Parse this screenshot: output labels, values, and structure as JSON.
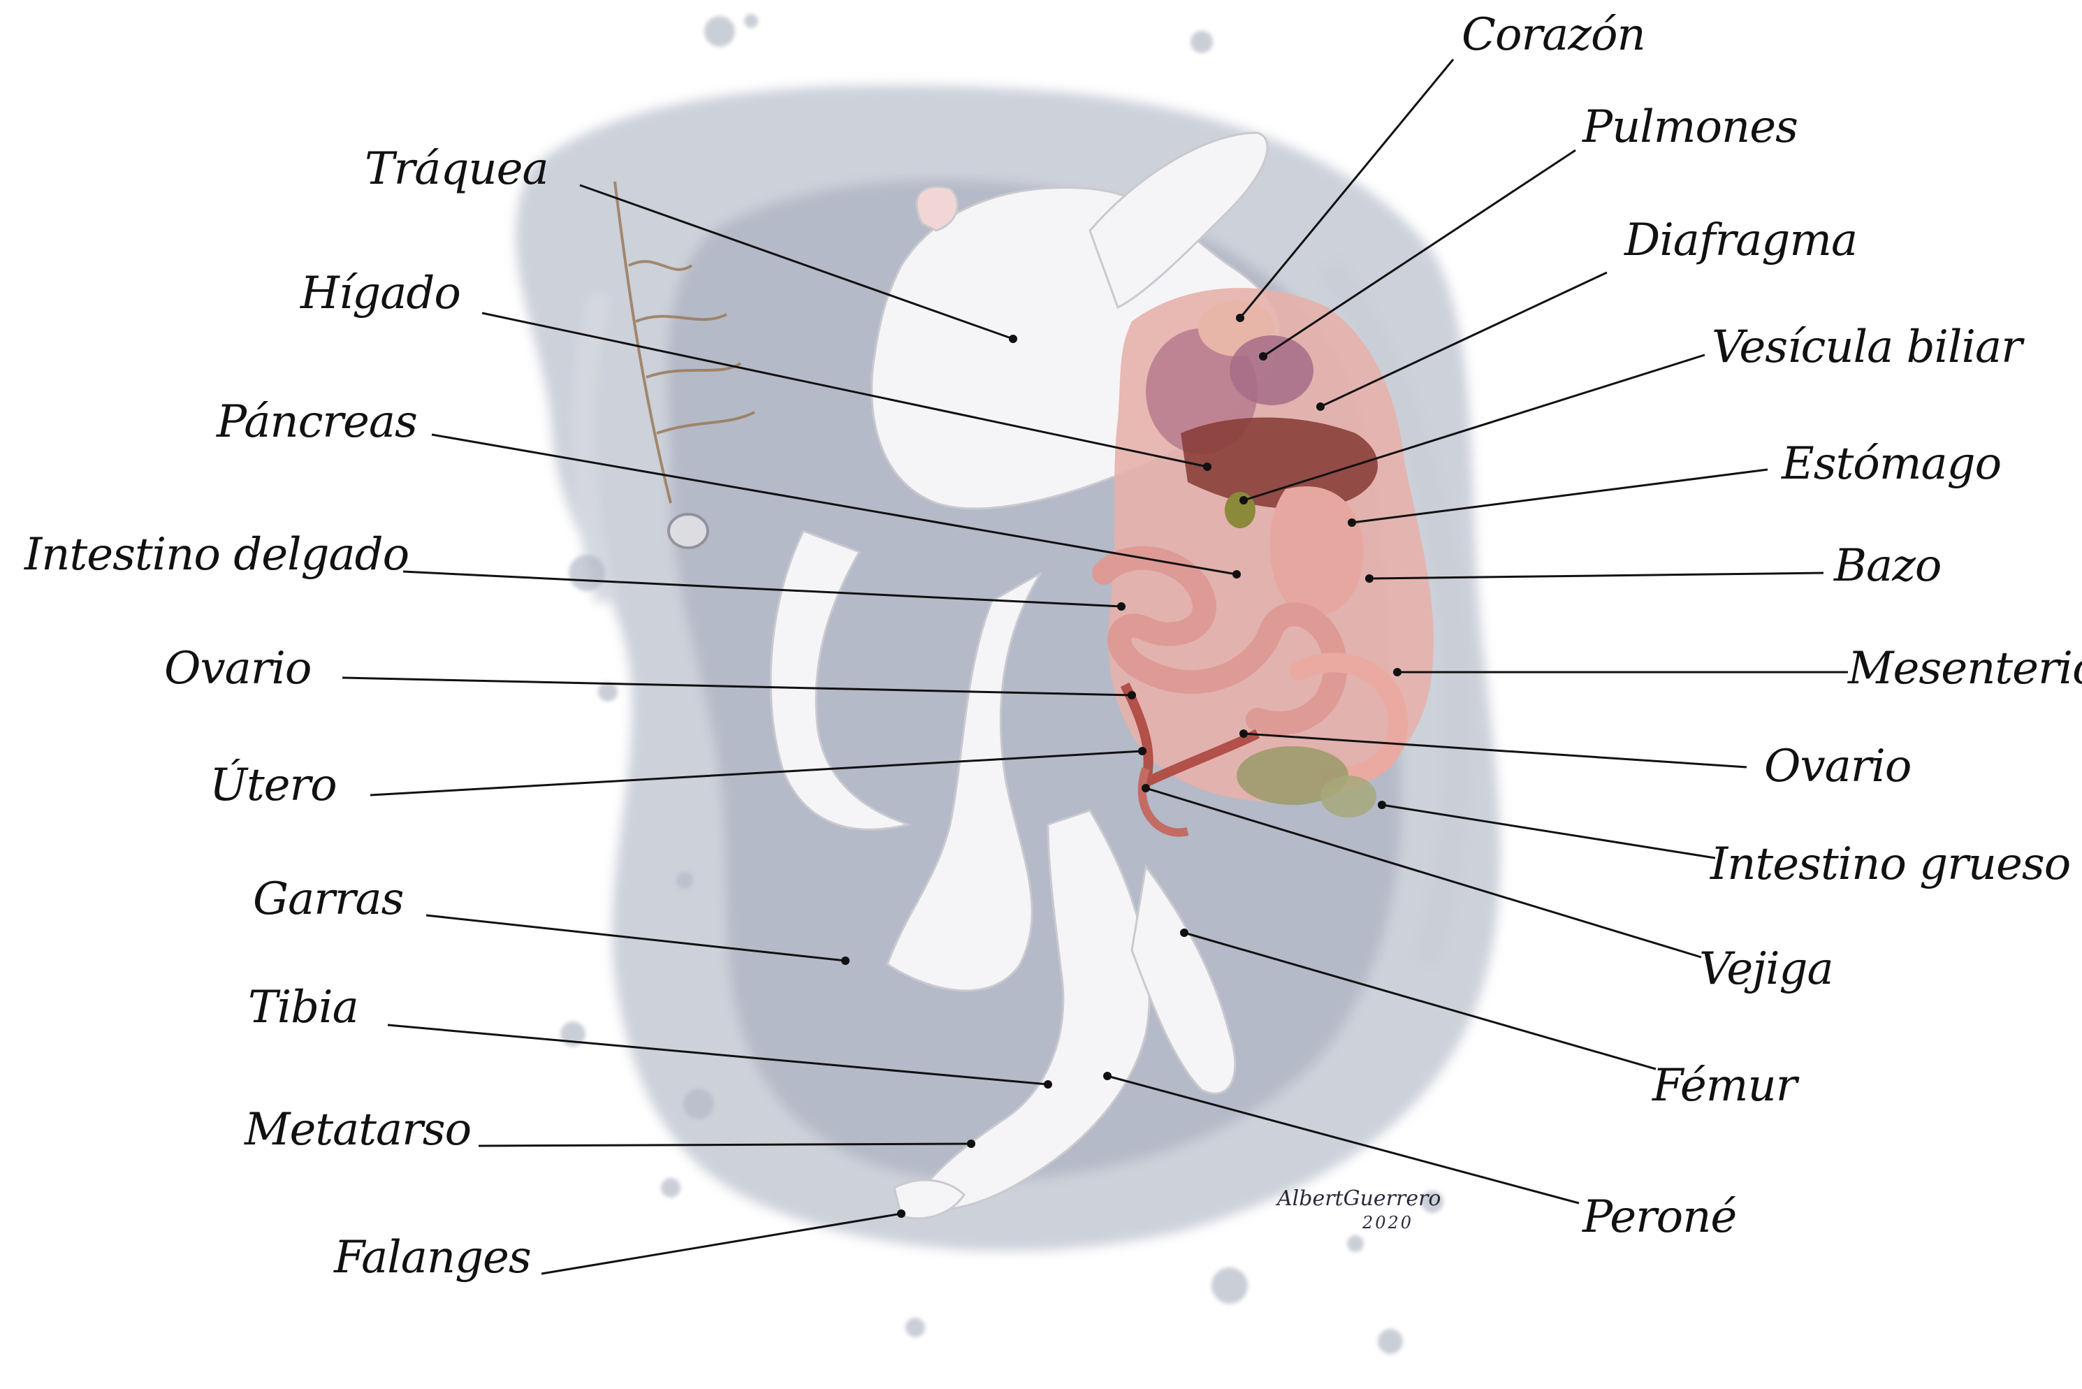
{
  "labels": [
    {
      "id": "corazon",
      "text": "Corazón"
    },
    {
      "id": "pulmones",
      "text": "Pulmones"
    },
    {
      "id": "traquea",
      "text": "Tráquea"
    },
    {
      "id": "diafragma",
      "text": "Diafragma"
    },
    {
      "id": "higado",
      "text": "Hígado"
    },
    {
      "id": "vesicula",
      "text": "Vesícula biliar"
    },
    {
      "id": "pancreas",
      "text": "Páncreas"
    },
    {
      "id": "estomago",
      "text": "Estómago"
    },
    {
      "id": "intestino-delgado",
      "text": "Intestino delgado"
    },
    {
      "id": "bazo",
      "text": "Bazo"
    },
    {
      "id": "ovario-izq",
      "text": "Ovario"
    },
    {
      "id": "mesenterio",
      "text": "Mesenterio"
    },
    {
      "id": "utero",
      "text": "Útero"
    },
    {
      "id": "ovario-der",
      "text": "Ovario"
    },
    {
      "id": "intestino-grueso",
      "text": "Intestino grueso"
    },
    {
      "id": "garras",
      "text": "Garras"
    },
    {
      "id": "vejiga",
      "text": "Vejiga"
    },
    {
      "id": "tibia",
      "text": "Tibia"
    },
    {
      "id": "femur",
      "text": "Fémur"
    },
    {
      "id": "metatarso",
      "text": "Metatarso"
    },
    {
      "id": "perone",
      "text": "Peroné"
    },
    {
      "id": "falanges",
      "text": "Falanges"
    }
  ],
  "signature": {
    "name": "AlbertGuerrero",
    "year": "2020"
  },
  "colors": {
    "background": "#ffffff",
    "wash": "#b9bfcc",
    "wash_dark": "#9ea6b6",
    "body": "#f4f4f6",
    "organ": "#d98a86",
    "organ_dark": "#a9544f",
    "lung": "#b77a8e",
    "liver": "#8a3f3a",
    "gallbladder": "#8a8a3a",
    "leader": "#111111"
  }
}
